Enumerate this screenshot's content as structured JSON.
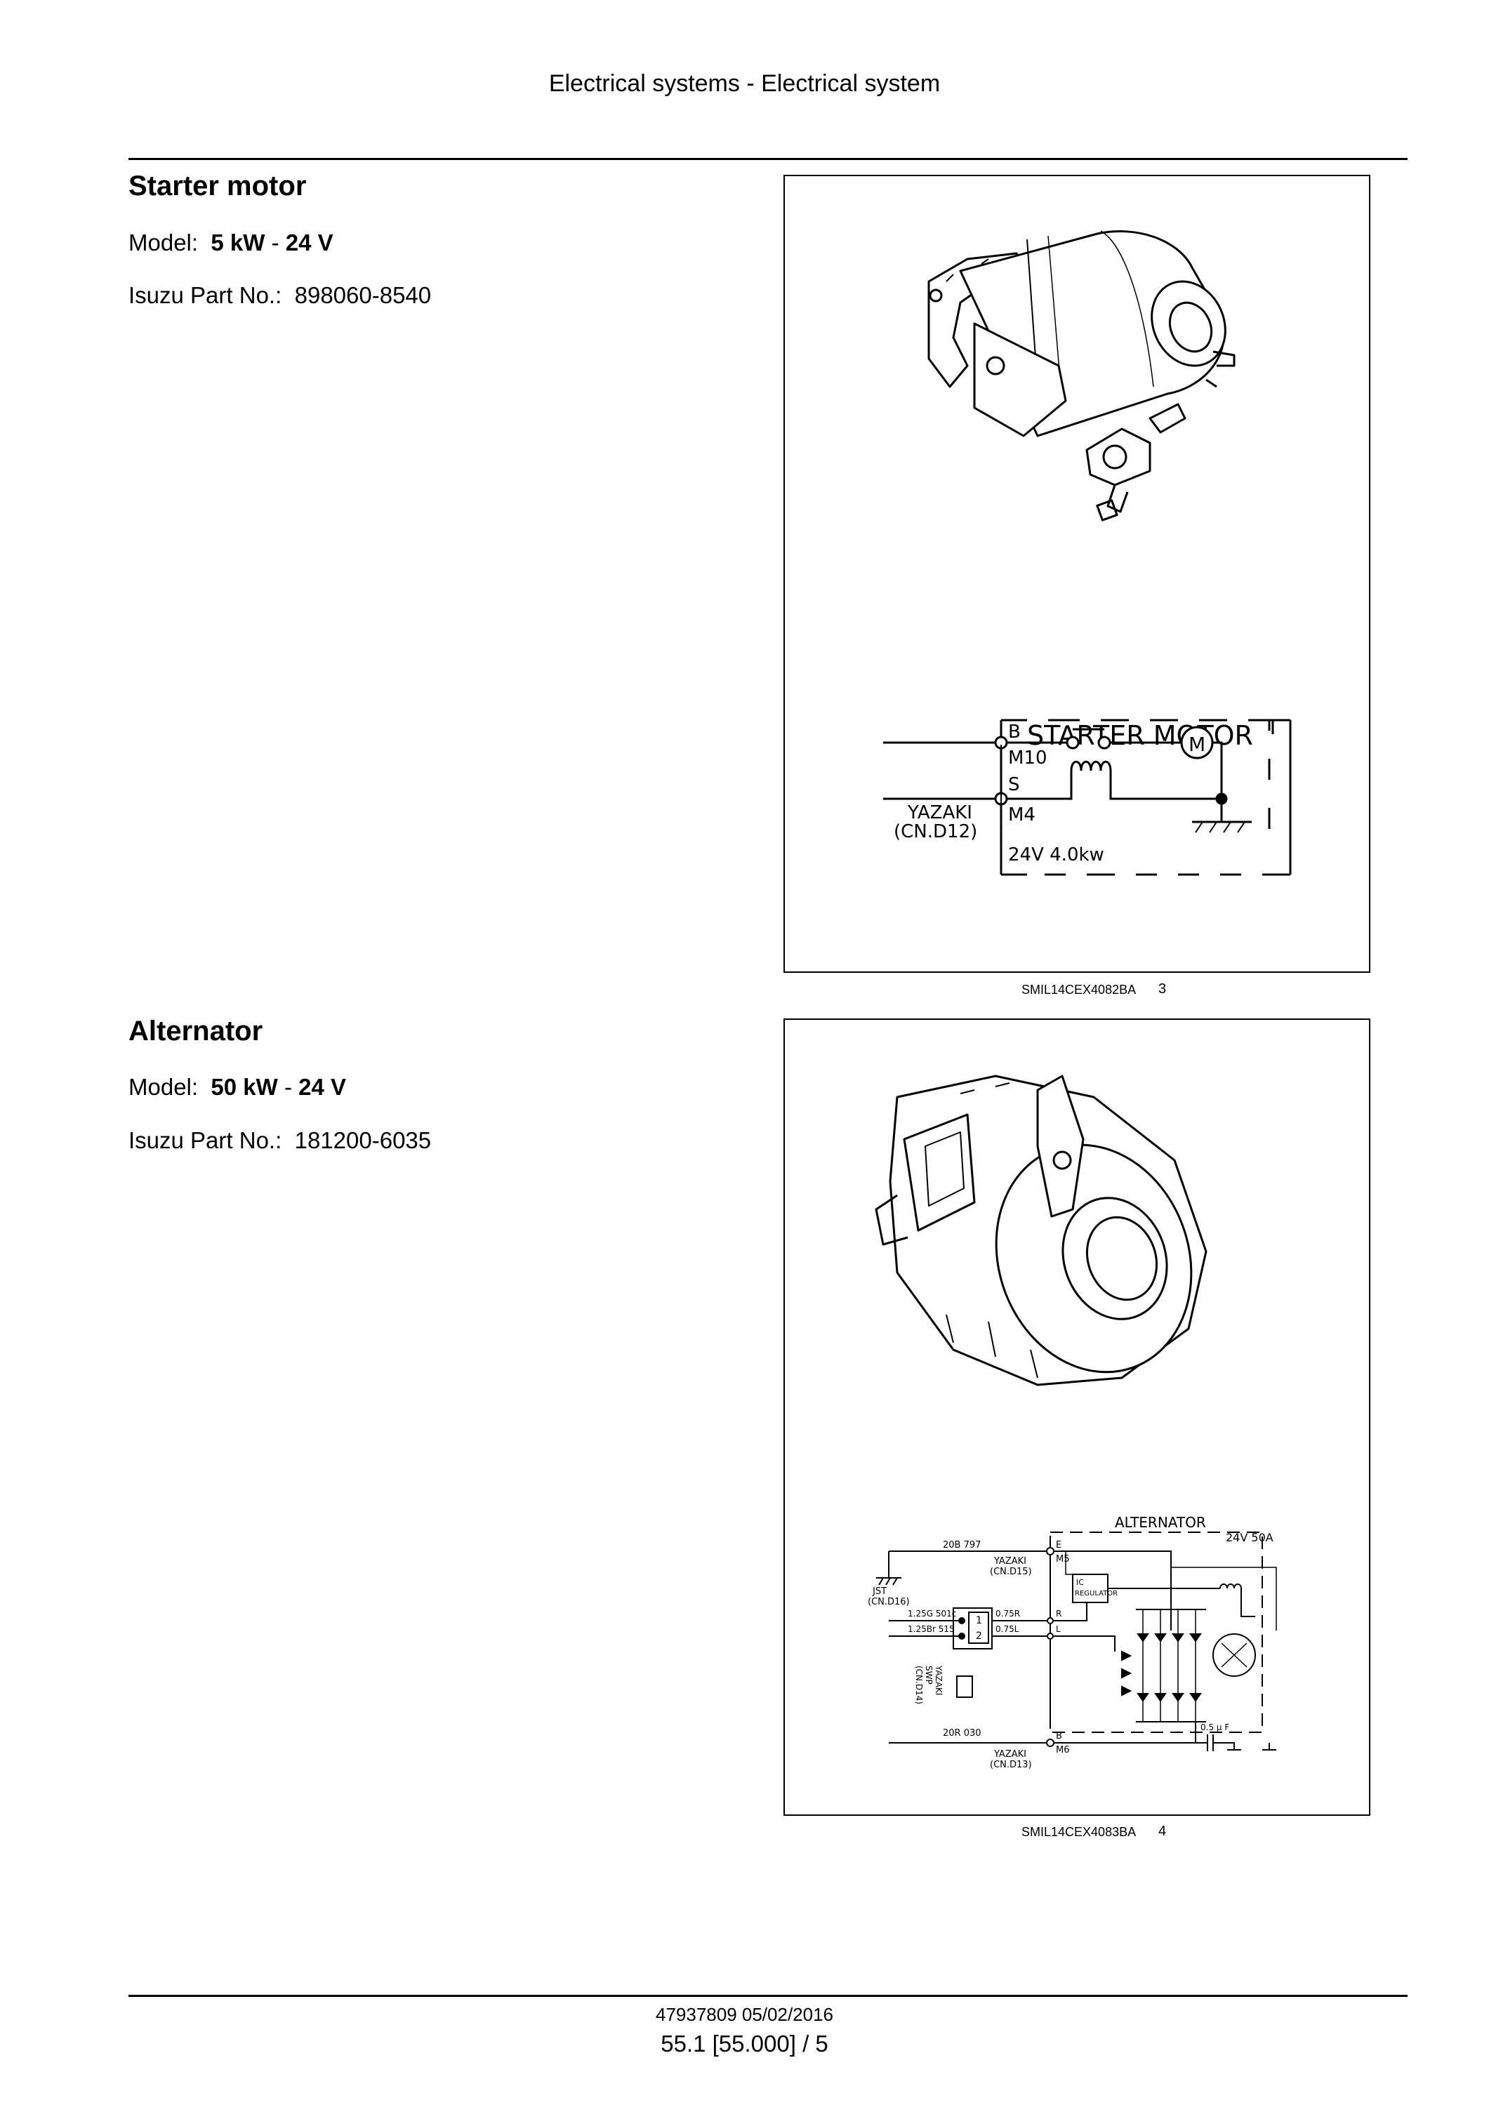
{
  "header": {
    "title": "Electrical systems - Electrical system"
  },
  "sections": [
    {
      "title": "Starter motor",
      "model_label": "Model:",
      "model_power": "5 kW",
      "model_sep": "-",
      "model_voltage": "24 V",
      "part_label": "Isuzu Part No.:",
      "part_number": "898060-8540",
      "figure": {
        "schematic_title": "STARTER MOTOR",
        "terminal_b": "B",
        "terminal_m10": "M10",
        "terminal_s": "S",
        "terminal_m4": "M4",
        "connector_name": "YAZAKI",
        "connector_id": "(CN.D12)",
        "motor_symbol": "M",
        "rating": "24V 4.0kw",
        "caption_code": "SMIL14CEX4082BA",
        "figure_number": "3"
      }
    },
    {
      "title": "Alternator",
      "model_label": "Model:",
      "model_power": "50 kW",
      "model_sep": "-",
      "model_voltage": "24 V",
      "part_label": "Isuzu Part No.:",
      "part_number": "181200-6035",
      "figure": {
        "schematic_title": "ALTERNATOR",
        "rating": "24V 50A",
        "wire_ground": "20B 797",
        "terminal_e": "E",
        "terminal_m5": "M5",
        "conn_d15_name": "YAZAKI",
        "conn_d15_id": "(CN.D15)",
        "jst_name": "JST",
        "jst_id": "(CN.D16)",
        "ic_regulator_1": "IC",
        "ic_regulator_2": "REGULATOR",
        "wire_1": "1.25G 501c",
        "wire_2": "1.25Br 515",
        "pin_1": "1",
        "pin_2": "2",
        "wire_r": "0.75R",
        "wire_l": "0.75L",
        "terminal_r": "R",
        "terminal_l": "L",
        "conn_d14_1": "YAZAKI",
        "conn_d14_2": "SWP",
        "conn_d14_3": "(CN.D14)",
        "wire_b": "20R 030",
        "terminal_b": "B",
        "terminal_m6": "M6",
        "conn_d13_name": "YAZAKI",
        "conn_d13_id": "(CN.D13)",
        "capacitor": "0.5 μ F",
        "caption_code": "SMIL14CEX4083BA",
        "figure_number": "4"
      }
    }
  ],
  "footer": {
    "document": "47937809 05/02/2016",
    "page": "55.1 [55.000] / 5"
  }
}
